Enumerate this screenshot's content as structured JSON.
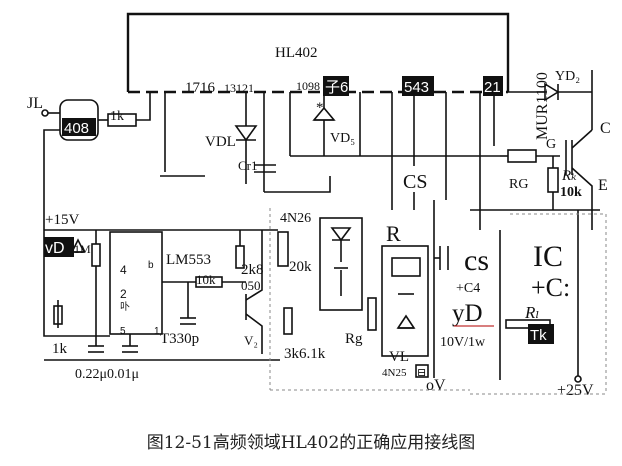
{
  "caption": "图12-51高频领域HL402的正确应用接线图",
  "module": {
    "name": "HL402",
    "pin_groups": [
      "1716",
      "13121",
      "1098",
      "子6",
      "543",
      "21"
    ]
  },
  "labels": {
    "jl": "JL",
    "pin408": "408",
    "r1k_top": "1k",
    "vdl": "VDL",
    "star": "*",
    "vd5": "VD₅",
    "cr1": "Cr1",
    "cs_mid": "CS",
    "mur": "MUR1100",
    "yd2": "YD₂",
    "g": "G",
    "c": "C",
    "e": "E",
    "rg_right": "RG",
    "rk": "Rₖ",
    "rk_val": "10k",
    "plus15": "+15V",
    "vd_left": "vD",
    "r1m": "1M",
    "lm553": "LM553",
    "pin4": "4",
    "pin2": "2",
    "pin_b": "b",
    "pin_n": "卟",
    "pin5": "5",
    "pin1": "1",
    "r10k": "10k",
    "r2k8": "2k8",
    "v050": "050",
    "r20k": "20k",
    "n4n26_top": "4N26",
    "t330p": "T330p",
    "v2": "V₂",
    "r1k_left": "1k",
    "c022": "0.22μ0.01μ",
    "r3k6": "3k6.1k",
    "rg_mid": "Rg",
    "r_big": "R",
    "vl": "VL",
    "n4n25": "4N25",
    "sq": "⊟",
    "ov": "oV",
    "cs_right": "cs",
    "c4": "+C4",
    "yd": "yD",
    "v10": "10V/1w",
    "ic": "IC",
    "plusc": "+C:",
    "rl": "Rₗ",
    "tk": "Tk",
    "plus25": "+25V"
  }
}
